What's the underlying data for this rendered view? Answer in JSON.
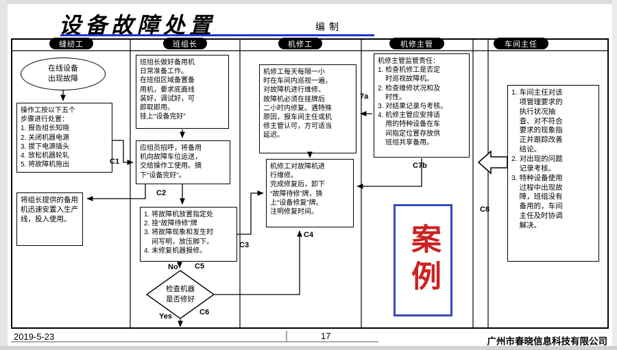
{
  "page": {
    "title": "设备故障处置",
    "compile_label": "编制",
    "case_label": "案例",
    "footer": {
      "date": "2019-5-23",
      "page_number": "17",
      "company": "广州市春晓信息科技有限公司"
    },
    "colors": {
      "accent_blue": "#2233cc",
      "case_red": "#cc2222",
      "case_border_blue": "#3848b8"
    }
  },
  "lanes": [
    {
      "label": "缝纫工"
    },
    {
      "label": "班组长"
    },
    {
      "label": "机修工"
    },
    {
      "label": "机修主管"
    },
    {
      "label": "车间主任"
    }
  ],
  "nodes": {
    "start": "在线设备\n出现故障",
    "operator_steps": "操作工按以下五个\n步骤进行处置：\n1. 报告组长知晓\n2. 关闭机器电源\n3. 拔下电源插头\n4. 放松机器轮轧\n5. 将故障机拖出",
    "place_backup": "将组长提供的备用\n机迅速安置入生产\n线，投入使用。",
    "leader_prepare": "班组长做好备用机\n日常准备工作。\n在班组区域备置备\n用机，要求底面线\n装好，调试好，可\n即取即用。\n挂上“设备完好”",
    "leader_deliver": "应组员招呼，将备用\n机向故障车位运送，\n交给操作工使用。摘\n下“设备完好”。",
    "fault_handling": "1. 将故障机放置指定处\n2. 挂“故障待修”牌\n3. 将故障现象和发生时\n    间写明，放压脚下。\n4. 未修复机器报修。",
    "check_repaired": "检查机器\n是否修好",
    "mechanic_patrol": "机修工每天每隔一小\n时在车间内巡视一遍，\n对故障机进行维修。\n故障机必须在挂牌后\n二小时内修复。遇特殊\n原因，报车间主任或机\n修主管认可，方可适当\n延迟。",
    "mechanic_repair": "机修工对故障机进\n行维修。\n完成修复后，卸下\n“故障待修”牌，换\n上“设备修复”牌。\n注明修复时间。",
    "supervisor_duty": "机修主管监管责任：\n1. 检查机修工是否定\n    时巡视故障机。\n2. 检查维修状况和及\n    时性。\n3. 对结果记录与考核。\n4. 机修主管应安排适\n    用的特种设备在车\n    间指定位置存放供\n    班组共享备用。",
    "director_duty": "1. 车间主任对该\n    项管理要求的\n    执行状况抽\n    查、对不符合\n    要求的现象指\n    正并跟踪改善\n    结论。\n2. 对出现的问题\n    记录考核。\n3. 特种设备使用\n    过程中出现故\n    障，班组没有\n    备用的，车间\n    主任及时协调\n    解决。"
  },
  "connectors": {
    "c1": "C1",
    "c2": "C2",
    "c3": "C3",
    "c4": "C4",
    "c5": "C5",
    "c6": "C6",
    "c7b": "C7b",
    "c8": "C8",
    "a7": "7a",
    "no": "No",
    "yes": "Yes"
  }
}
